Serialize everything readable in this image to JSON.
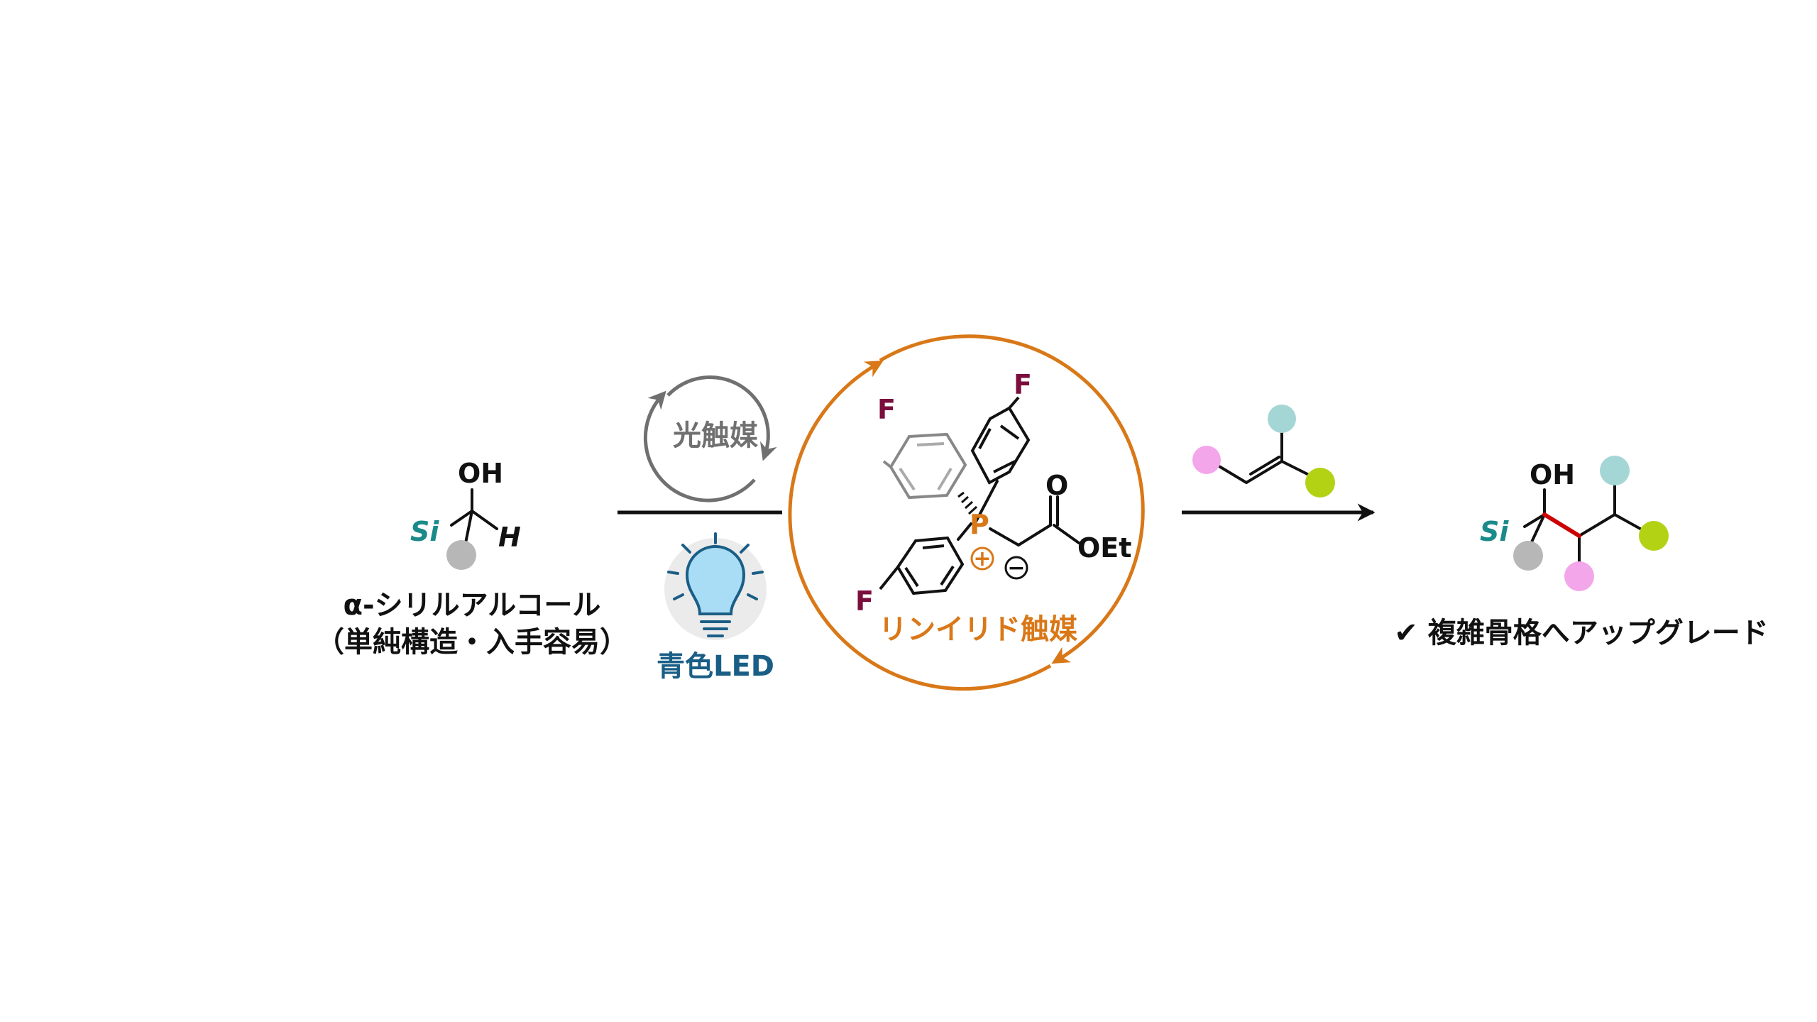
{
  "starting_material": {
    "atoms": {
      "oh": "OH",
      "si": "Si",
      "h": "H"
    },
    "name": "α-シリルアルコール",
    "note": "（単純構造・入手容易）"
  },
  "photocatalyst": {
    "label": "光触媒"
  },
  "light": {
    "label": "青色LED"
  },
  "ylide_catalyst": {
    "label": "リンイリド触媒",
    "atoms": {
      "f_top": "F",
      "f_left": "F",
      "f_bottom": "F",
      "p": "P",
      "o": "O",
      "oet": "OEt"
    },
    "charges": {
      "plus": "+",
      "minus": "−"
    }
  },
  "product": {
    "atoms": {
      "oh": "OH",
      "si": "Si"
    },
    "caption": "✔ 複雑骨格へアップグレード"
  },
  "colors": {
    "catalyst_orange": "#d97818",
    "led_blue": "#1a5e86",
    "silicon_teal": "#1a8a8a",
    "fluorine": "#7a0e3c",
    "new_bond_red": "#cc0000",
    "substituent_gray": "#b7b7b7",
    "substituent_pink": "#f3a6ea",
    "substituent_teal": "#a5d6d6",
    "substituent_green": "#b4d214",
    "photo_gray": "#707070"
  }
}
